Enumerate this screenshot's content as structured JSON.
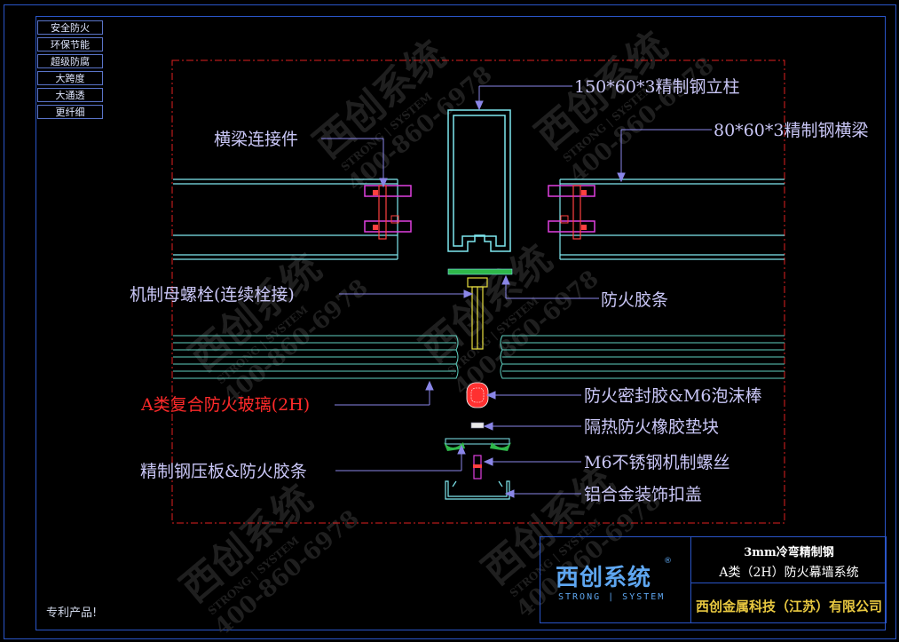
{
  "tags": [
    "安全防火",
    "环保节能",
    "超级防腐",
    "大跨度",
    "大通透",
    "更纤细"
  ],
  "labels": {
    "column": "150*60*3精制钢立柱",
    "connector": "横梁连接件",
    "beam": "80*60*3精制钢横梁",
    "bolt": "机制母螺栓(连续栓接)",
    "fire_strip": "防火胶条",
    "glass": "A类复合防火玻璃(2H)",
    "sealant": "防火密封胶&M6泡沫棒",
    "pad": "隔热防火橡胶垫块",
    "pressure_plate": "精制钢压板&防火胶条",
    "screw": "M6不锈钢机制螺丝",
    "cover": "铝合金装饰扣盖"
  },
  "title_block": {
    "line1": "3mm冷弯精制钢",
    "line2": "A类（2H）防火幕墙系统",
    "company": "西创金属科技（江苏）有限公司",
    "logo_text": "西创系统",
    "logo_sub": "STRONG | SYSTEM",
    "logo_reg": "®"
  },
  "watermark": {
    "brand": "西创系统",
    "sub": "STRONG | SYSTEM",
    "phone": "400-860-6978"
  },
  "patent_note": "专利产品!",
  "colors": {
    "frame": "#2a55c8",
    "profile": "#7fe8f0",
    "leader": "#8a86e8",
    "label": "#c9c6f6",
    "glass_label": "#ff2a2a",
    "connector": "#e040e0",
    "bolt": "#e8e040",
    "gasket": "#2fb84a",
    "dashed_border": "#e02020"
  }
}
